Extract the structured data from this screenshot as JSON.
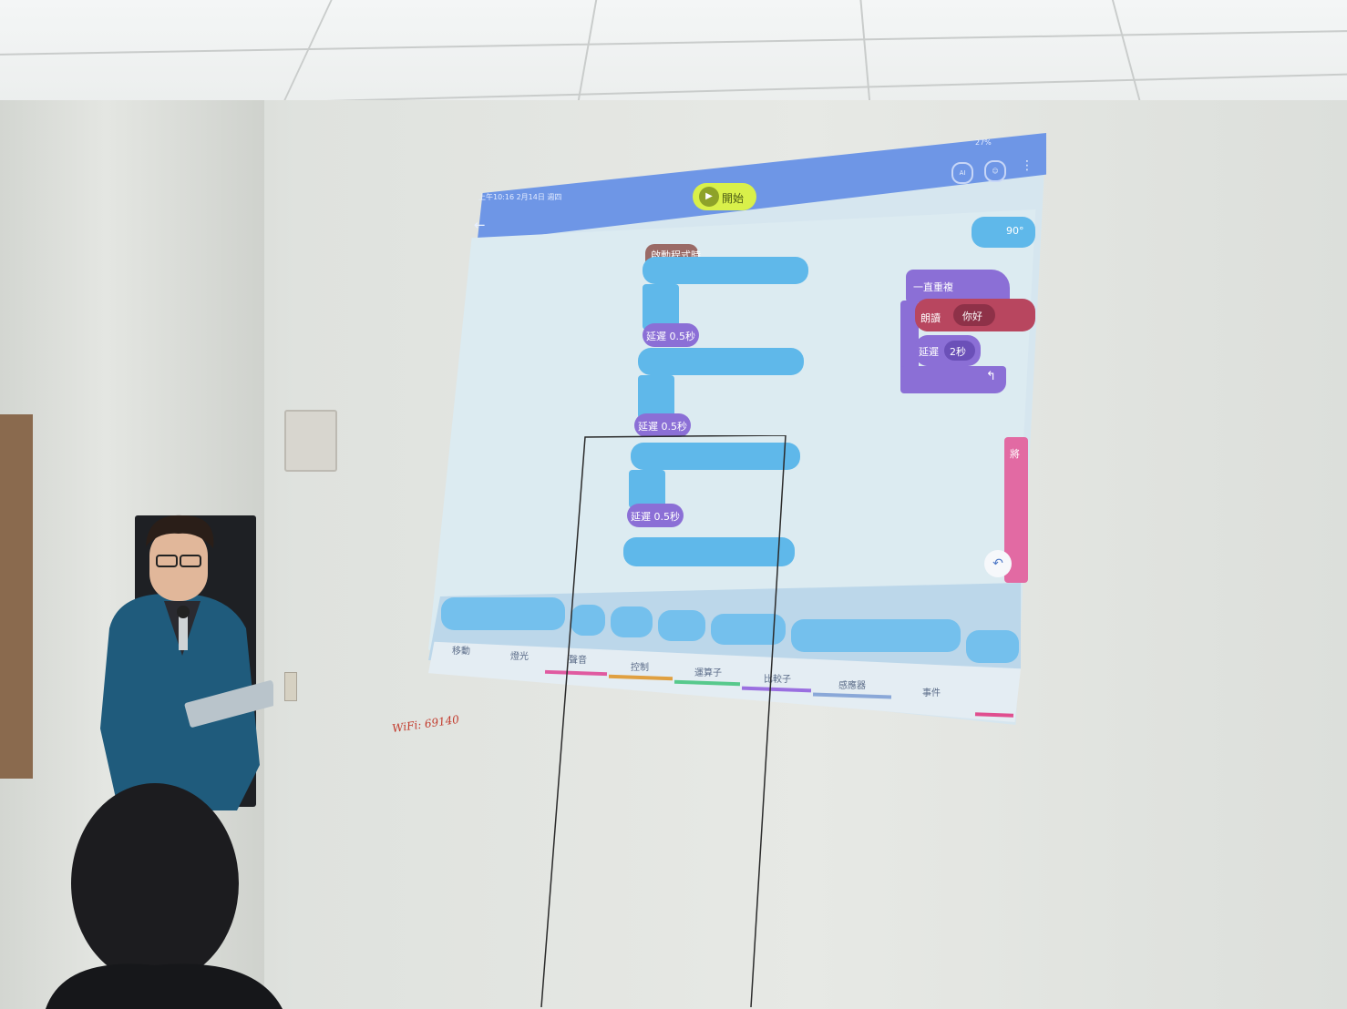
{
  "app": {
    "start_button_label": "開始",
    "status_left": "上午10:16  2月14日 週四",
    "status_right": "27%",
    "top_icons": [
      "ai-mode-icon",
      "robot-icon",
      "more-icon"
    ]
  },
  "program_blocks": {
    "hat_block": "啟動程式時",
    "delay_blocks": [
      "延遲 0.5秒",
      "延遲 0.5秒",
      "延遲 0.5秒"
    ],
    "right_group": {
      "loop_label": "一直重複",
      "speak_label": "朗讀",
      "speak_value": "你好",
      "delay_label": "延遲",
      "delay_value": "2秒",
      "top_value": "90°"
    },
    "side_block_label": "將"
  },
  "palette_tabs": [
    "移動",
    "燈光",
    "聲音",
    "控制",
    "運算子",
    "比較子",
    "感應器",
    "事件"
  ],
  "palette_tab_colors": [
    "#4ab3e8",
    "#6a83e0",
    "#e05aa0",
    "#e0a040",
    "#57c98c",
    "#9a6fe0",
    "#8aa8d8",
    "#e04f8f"
  ],
  "handwriting": "WiFi: 69140",
  "colors": {
    "topbar": "#6e96e6",
    "motion_block": "#5fb8ea",
    "control_block": "#8b6fd6",
    "hat_block": "#9a6a66",
    "speak_block": "#b8465f"
  }
}
